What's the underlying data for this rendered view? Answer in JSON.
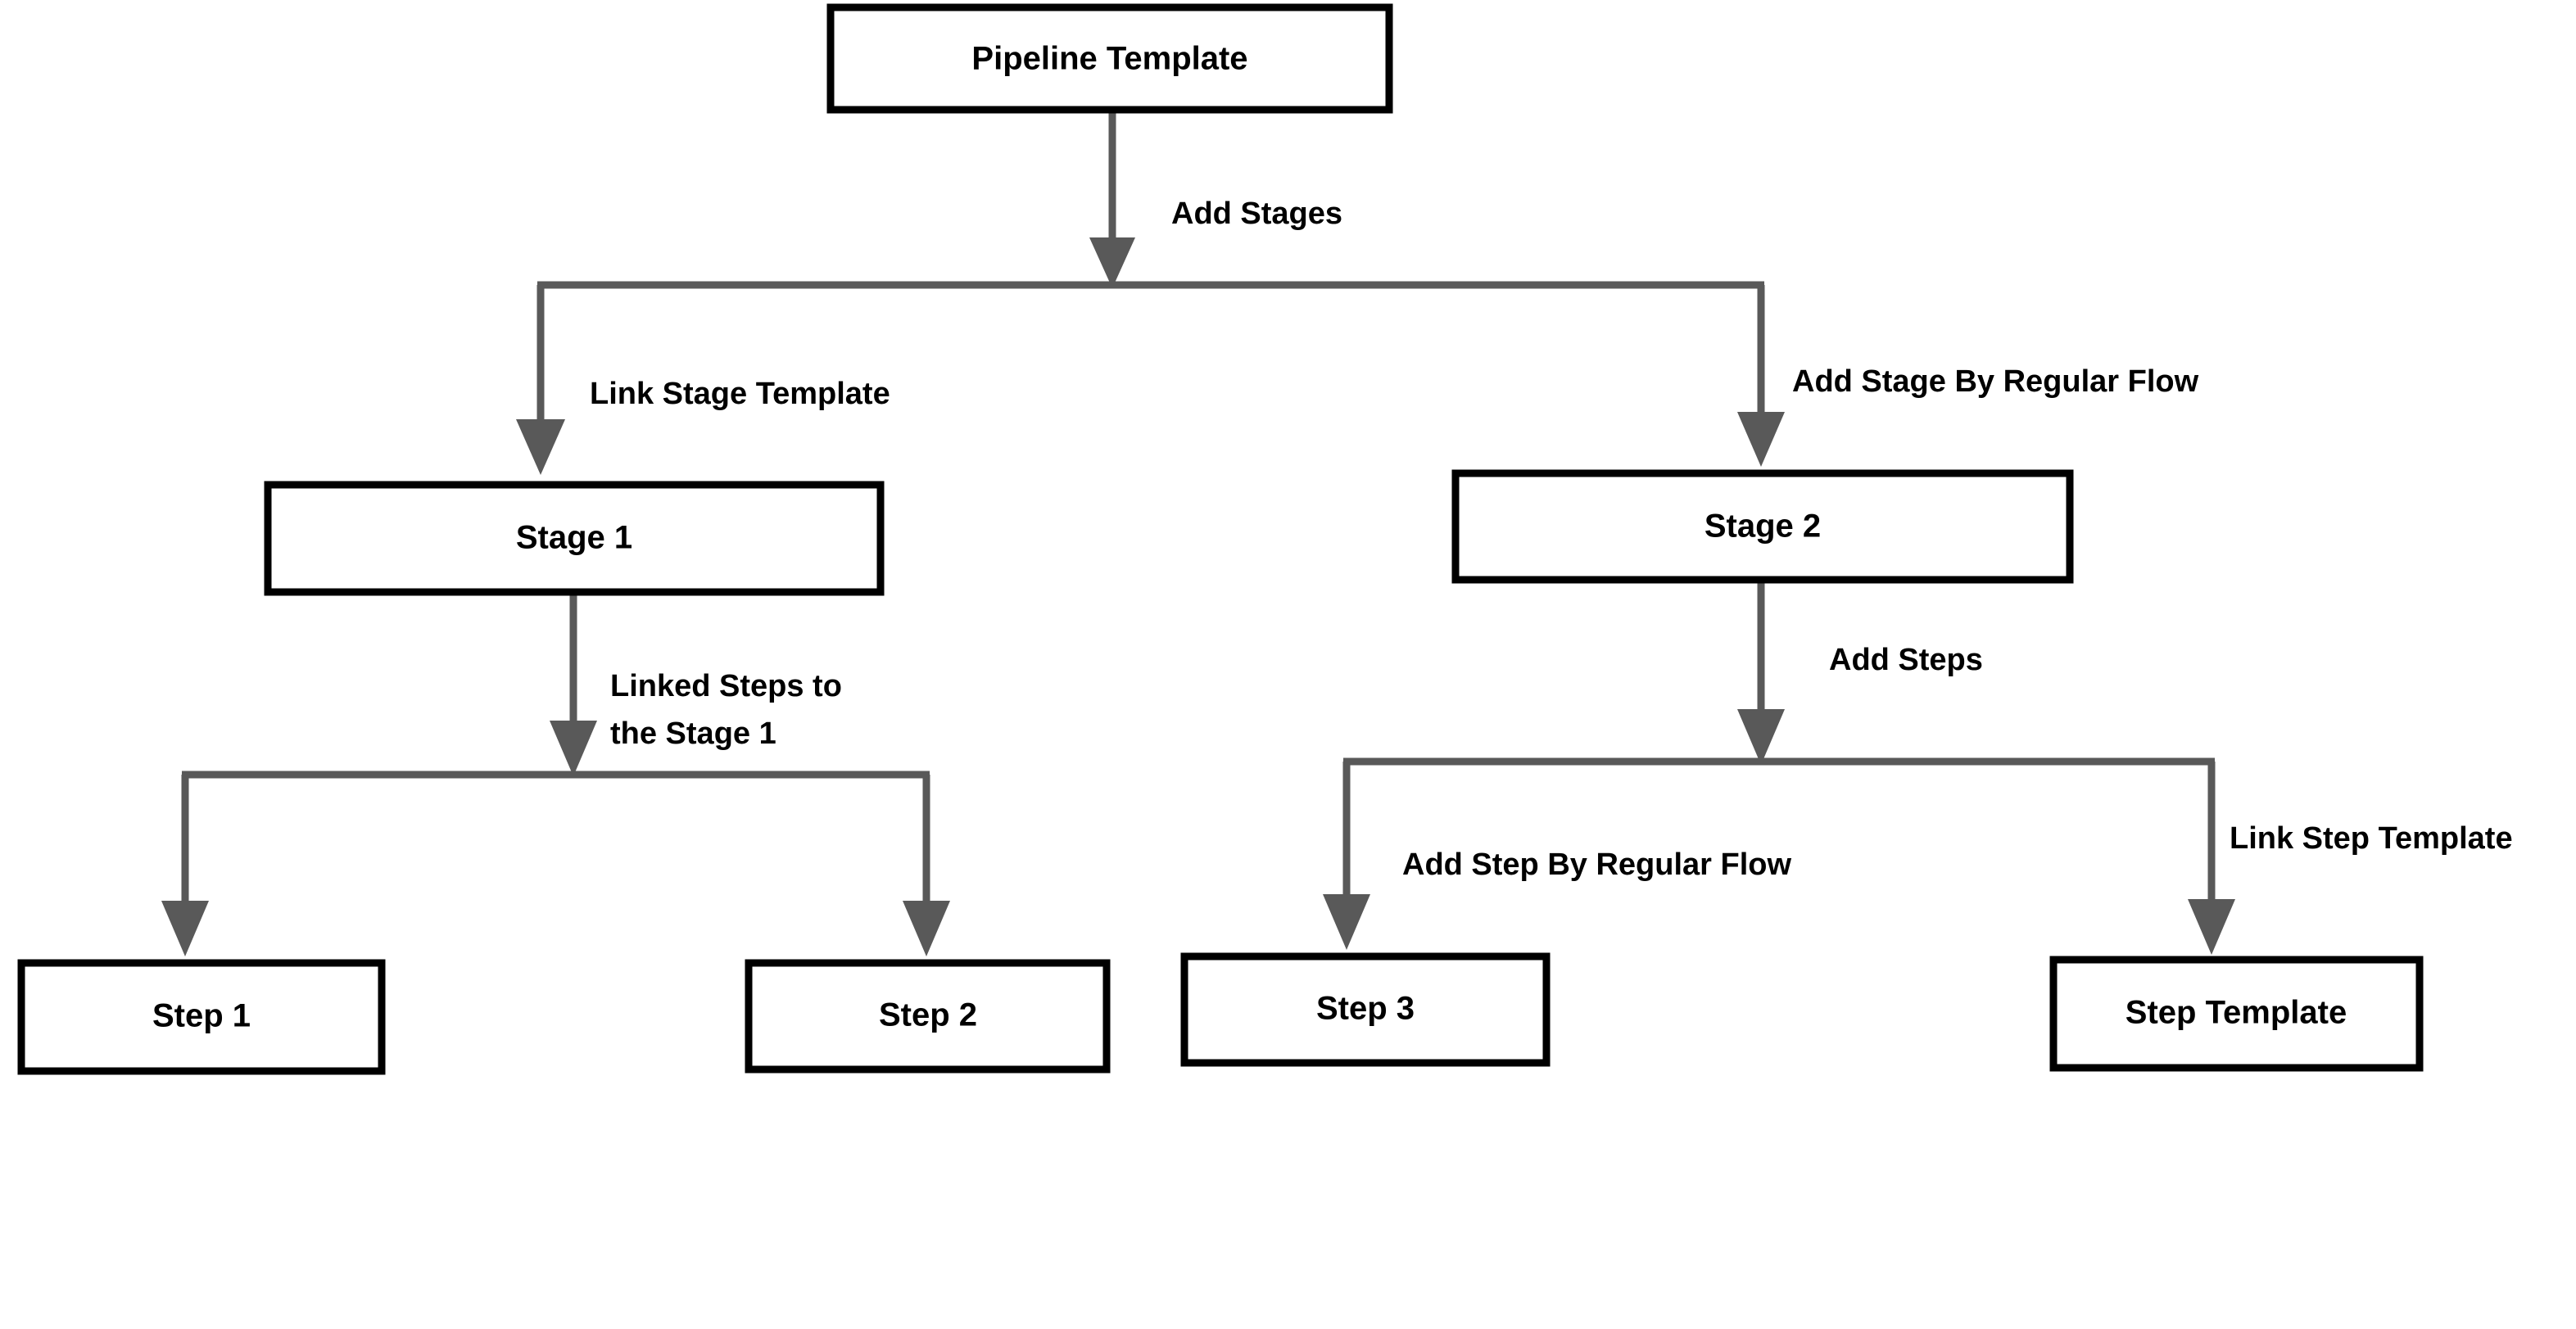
{
  "diagram": {
    "type": "flowchart",
    "orientation": "top-down",
    "background_color": "#ffffff",
    "node_border_color": "#000000",
    "node_fill_color": "#ffffff",
    "edge_color": "#595959",
    "text_color": "#000000",
    "nodes": [
      {
        "id": "pipeline-template",
        "label": "Pipeline Template",
        "level": 0
      },
      {
        "id": "stage-1",
        "label": "Stage 1",
        "level": 1
      },
      {
        "id": "stage-2",
        "label": "Stage 2",
        "level": 1
      },
      {
        "id": "step-1",
        "label": "Step 1",
        "level": 2
      },
      {
        "id": "step-2",
        "label": "Step 2",
        "level": 2
      },
      {
        "id": "step-3",
        "label": "Step 3",
        "level": 2
      },
      {
        "id": "step-template",
        "label": "Step Template",
        "level": 2
      }
    ],
    "edges": [
      {
        "id": "edge-add-stages",
        "from": "pipeline-template",
        "to": "split-stages",
        "label": "Add Stages"
      },
      {
        "id": "edge-link-stage-template",
        "from": "split-stages",
        "to": "stage-1",
        "label": "Link Stage Template"
      },
      {
        "id": "edge-add-stage-regular-flow",
        "from": "split-stages",
        "to": "stage-2",
        "label": "Add Stage By Regular Flow"
      },
      {
        "id": "edge-linked-steps",
        "from": "stage-1",
        "to": "split-steps-left",
        "label_line_1": "Linked Steps to",
        "label_line_2": "the Stage 1"
      },
      {
        "id": "edge-add-steps",
        "from": "stage-2",
        "to": "split-steps-right",
        "label": "Add Steps"
      },
      {
        "id": "edge-step-1",
        "from": "split-steps-left",
        "to": "step-1",
        "label": ""
      },
      {
        "id": "edge-step-2",
        "from": "split-steps-left",
        "to": "step-2",
        "label": ""
      },
      {
        "id": "edge-add-step-regular-flow",
        "from": "split-steps-right",
        "to": "step-3",
        "label": "Add Step By Regular Flow"
      },
      {
        "id": "edge-link-step-template",
        "from": "split-steps-right",
        "to": "step-template",
        "label": "Link Step Template"
      }
    ]
  }
}
